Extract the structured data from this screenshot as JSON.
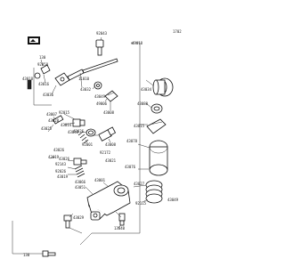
{
  "diagram": {
    "title": "",
    "page_code": "1702",
    "labels": [
      "92043",
      "43018",
      "130",
      "92058",
      "43018",
      "43016",
      "43036",
      "11010",
      "43032",
      "43049",
      "49006",
      "43008",
      "43015",
      "43007",
      "43028",
      "43025",
      "92015",
      "43014",
      "43048",
      "92001",
      "43008",
      "43026",
      "43019",
      "43026",
      "92143",
      "92026",
      "43019",
      "43026",
      "43021",
      "92172",
      "43078",
      "43076",
      "43049",
      "43027",
      "92115",
      "43001",
      "43066",
      "43051",
      "43034",
      "43080",
      "43029",
      "13040",
      "130"
    ]
  }
}
